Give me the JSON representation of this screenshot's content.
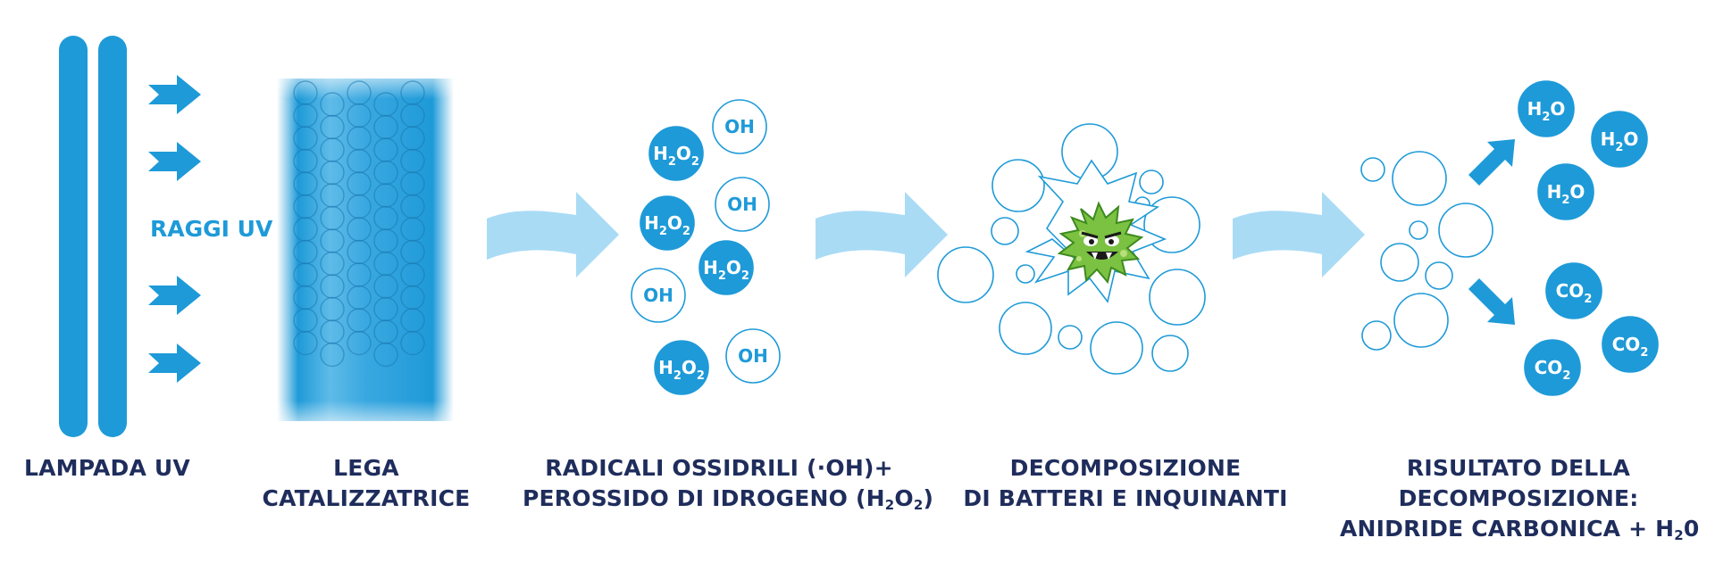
{
  "colors": {
    "blue": "#1e9ad8",
    "light_blue": "#a9dbf5",
    "navy": "#1f2d5c",
    "germ_green": "#7bc142"
  },
  "stages": {
    "lamp": {
      "label": "RAGGI UV",
      "caption": [
        "LAMPADA UV"
      ]
    },
    "catalyst": {
      "caption": [
        "LEGA",
        "CATALIZZATRICE"
      ]
    },
    "radicals": {
      "caption_line1": "RADICALI OSSIDRILI (·OH)+",
      "caption_line2_prefix": "PEROSSIDO DI IDROGENO (H",
      "caption_line2_sub1": "2",
      "caption_line2_mid": "O",
      "caption_line2_sub2": "2",
      "caption_line2_suffix": ")"
    },
    "decomposition": {
      "caption": [
        "DECOMPOSIZIONE",
        "DI BATTERI E INQUINANTI"
      ]
    },
    "result": {
      "caption_line1": "RISULTATO DELLA",
      "caption_line2": "DECOMPOSIZIONE:",
      "caption_line3_prefix": "ANIDRIDE CARBONICA + H",
      "caption_line3_sub": "2",
      "caption_line3_suffix": "0"
    }
  },
  "molecules": {
    "oh": {
      "text": "OH"
    },
    "h2o2": {
      "base1": "H",
      "sub1": "2",
      "base2": "O",
      "sub2": "2"
    },
    "h2o": {
      "base1": "H",
      "sub1": "2",
      "base2": "O"
    },
    "co2": {
      "base1": "CO",
      "sub1": "2"
    }
  },
  "icons": [
    "uv-lamp-tube-icon",
    "uv-ray-arrow-icon",
    "catalyst-panel-icon",
    "flow-arrow-icon",
    "germ-icon",
    "bubble-icon",
    "output-arrow-icon"
  ]
}
